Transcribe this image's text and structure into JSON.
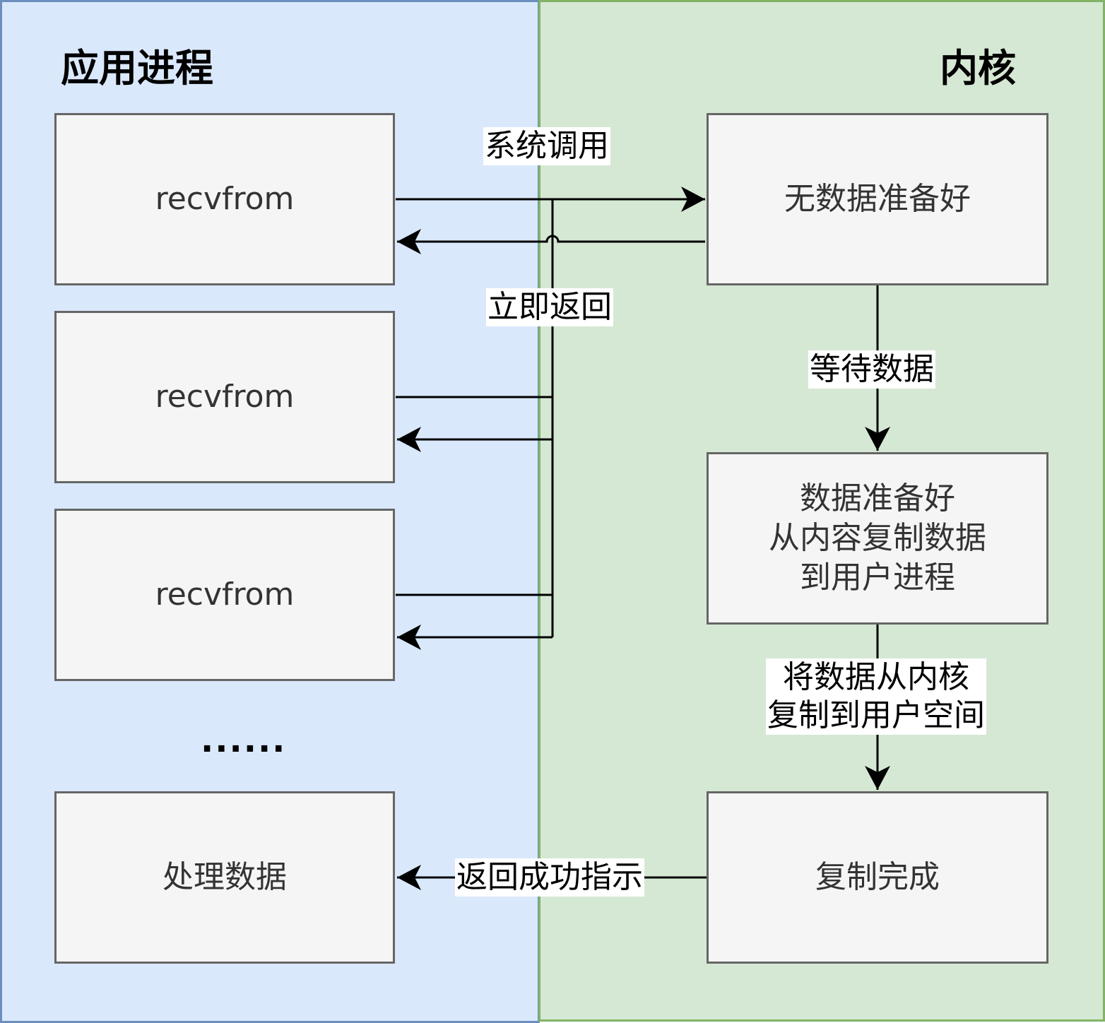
{
  "lanes": {
    "app": {
      "title": "应用进程"
    },
    "kernel": {
      "title": "内核"
    }
  },
  "app_boxes": [
    "recvfrom",
    "recvfrom",
    "recvfrom"
  ],
  "ellipsis": "......",
  "process_box": "处理数据",
  "kernel_boxes": {
    "no_data": "无数据准备好",
    "data_ready": "数据准备好\n从内容复制数据\n到用户进程",
    "copy_done": "复制完成"
  },
  "edge_labels": {
    "syscall": "系统调用",
    "return_now": "立即返回",
    "wait_data": "等待数据",
    "copy_to_user": "将数据从内核\n复制到用户空间",
    "return_success": "返回成功指示"
  },
  "colors": {
    "app_fill": "#dae8fc",
    "app_stroke": "#6c8ebf",
    "kernel_fill": "#d5e8d4",
    "kernel_stroke": "#82b366",
    "box_fill": "#f5f5f5",
    "box_stroke": "#666666"
  }
}
